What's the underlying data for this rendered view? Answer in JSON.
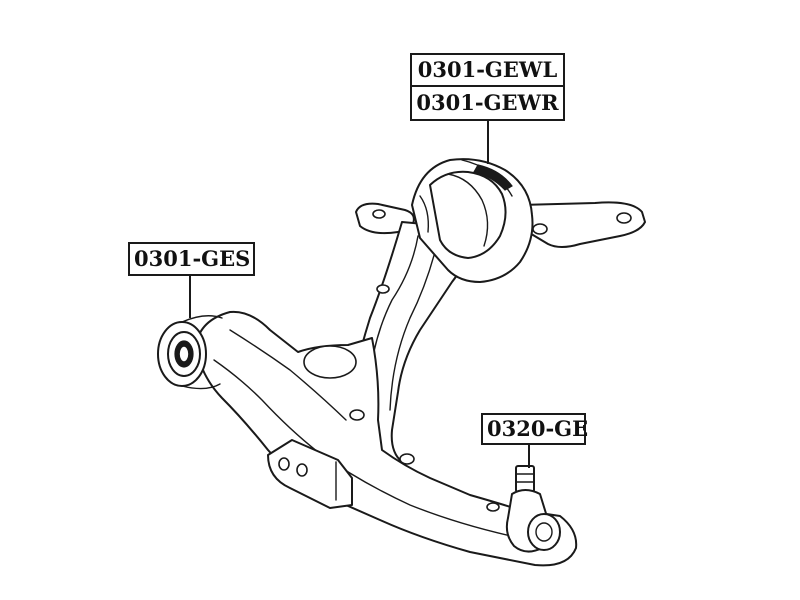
{
  "labels": {
    "left_bushing": "0301-GES",
    "rear_bushing_left": "0301-GEWL",
    "rear_bushing_right": "0301-GEWR",
    "ball_joint": "0320-GE"
  },
  "colors": {
    "line": "#1a1a1a",
    "background": "#ffffff"
  }
}
